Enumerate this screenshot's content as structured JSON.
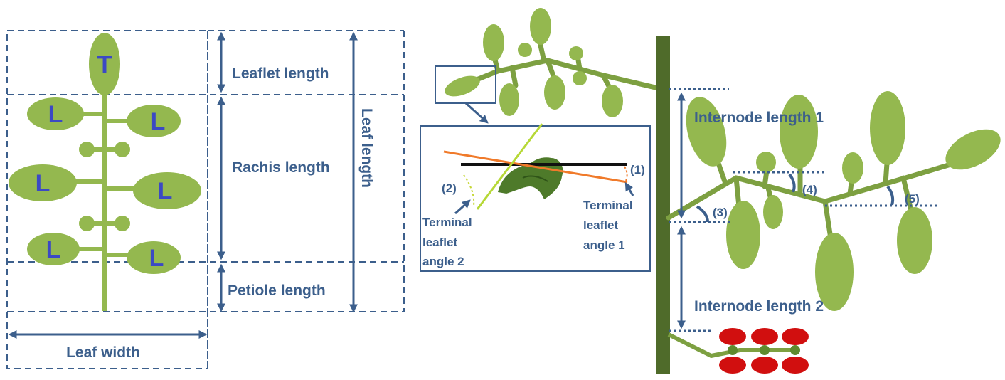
{
  "leaf_diagram": {
    "terminal_leaflet_letter": "T",
    "lateral_leaflet_letter": "L",
    "labels": {
      "leaflet_length": "Leaflet length",
      "rachis_length": "Rachis length",
      "petiole_length": "Petiole length",
      "leaf_length": "Leaf length",
      "leaf_width": "Leaf width"
    }
  },
  "plant_diagram": {
    "labels": {
      "internode_length_1": "Internode length 1",
      "internode_length_2": "Internode length 2"
    },
    "angle_markers": [
      "(1)",
      "(2)",
      "(3)",
      "(4)",
      "(5)"
    ],
    "inset": {
      "terminal_leaflet_angle_2": [
        "Terminal",
        "leaflet",
        "angle 2"
      ],
      "terminal_leaflet_angle_1": [
        "Terminal",
        "leaflet",
        "angle 1"
      ]
    }
  },
  "colors": {
    "label_blue": "#3c5f8c",
    "leaf_green": "#94b84f",
    "stem_dark_green": "#4f6b2a",
    "letter_blue": "#3b49c4",
    "tomato_red": "#d10f0f",
    "orange_line": "#f07a2a",
    "yellow_green_line": "#b6d836"
  }
}
